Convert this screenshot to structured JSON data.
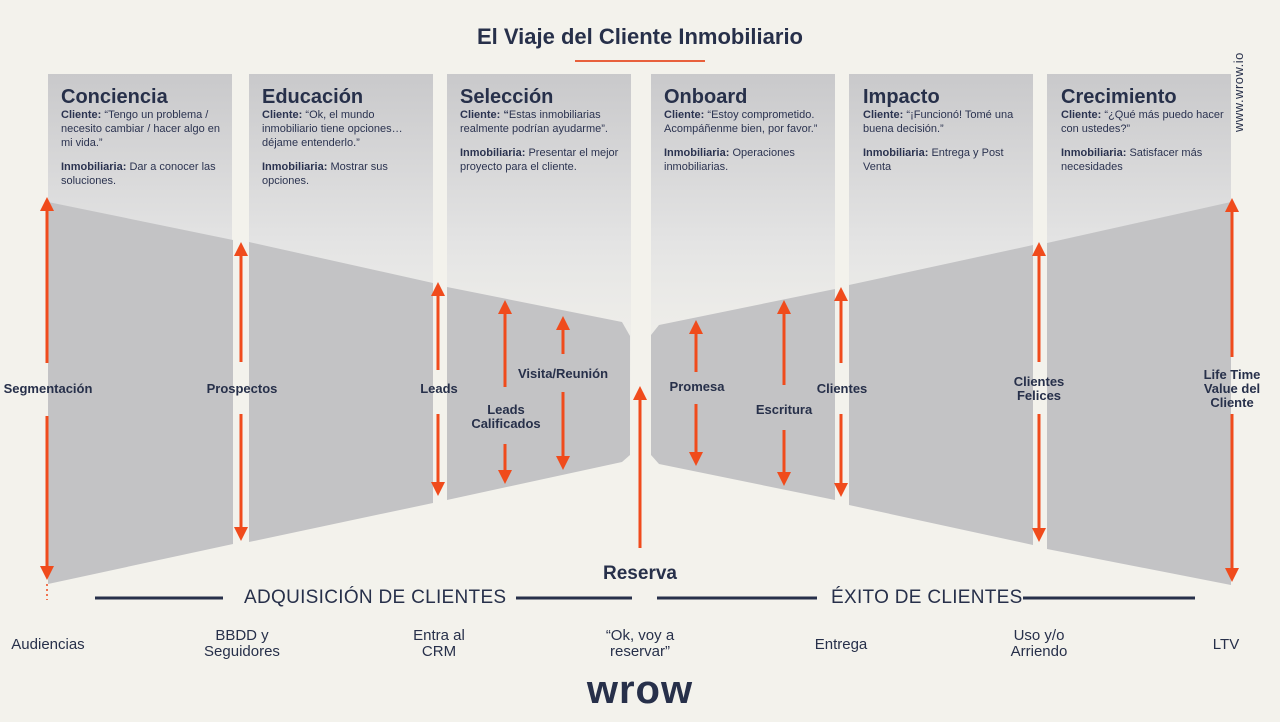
{
  "title": "El Viaje del Cliente Inmobiliario",
  "side_brand": "www.wrow.io",
  "stages": [
    {
      "name": "Conciencia",
      "cliente_label": "Cliente:",
      "cliente_text": " “Tengo un problema / necesito cambiar / hacer algo en mi vida.”",
      "inmo_label": "Inmobiliaria:",
      "inmo_text": " Dar a conocer las soluciones."
    },
    {
      "name": "Educación",
      "cliente_label": "Cliente:",
      "cliente_text": " “Ok, el mundo inmobiliario tiene opciones… déjame entenderlo.”",
      "inmo_label": "Inmobiliaria:",
      "inmo_text": " Mostrar sus opciones."
    },
    {
      "name": "Selección",
      "cliente_label": "Cliente: “",
      "cliente_text": "Estas inmobiliarias realmente podrían ayudarme”.",
      "inmo_label": "Inmobiliaria:",
      "inmo_text": " Presentar el mejor proyecto para el cliente."
    },
    {
      "name": "Onboard",
      "cliente_label": "Cliente:",
      "cliente_text": " “Estoy comprometido. Acompáñenme bien, por favor.”",
      "inmo_label": "Inmobiliaria:",
      "inmo_text": " Operaciones inmobiliarias."
    },
    {
      "name": "Impacto",
      "cliente_label": "Cliente:",
      "cliente_text": " “¡Funcionó! Tomé una buena decisión.”",
      "inmo_label": "Inmobiliaria:",
      "inmo_text": " Entrega y Post Venta"
    },
    {
      "name": "Crecimiento",
      "cliente_label": "Cliente:",
      "cliente_text": " “¿Qué más puedo hacer con ustedes?”",
      "inmo_label": "Inmobiliaria:",
      "inmo_text": " Satisfacer más necesidades"
    }
  ],
  "metrics": [
    "Segmentación",
    "Prospectos",
    "Leads",
    "Leads Calificados",
    "Visita/Reunión",
    "Promesa",
    "Escritura",
    "Clientes",
    "Clientes Felices",
    "Life Time Value del Cliente"
  ],
  "center_label": "Reserva",
  "sections": {
    "left": "ADQUISICIÓN DE CLIENTES",
    "right": "ÉXITO DE CLIENTES"
  },
  "bottom_labels": [
    "Audiencias",
    "BBDD y Seguidores",
    "Entra al CRM",
    "“Ok, voy a reservar”",
    "Entrega",
    "Uso y/o Arriendo",
    "LTV"
  ],
  "logo": "wrow",
  "colors": {
    "accent": "#f04b1c",
    "navy": "#27304a",
    "funnel": "#c3c3c5",
    "background": "#f3f2ec"
  }
}
